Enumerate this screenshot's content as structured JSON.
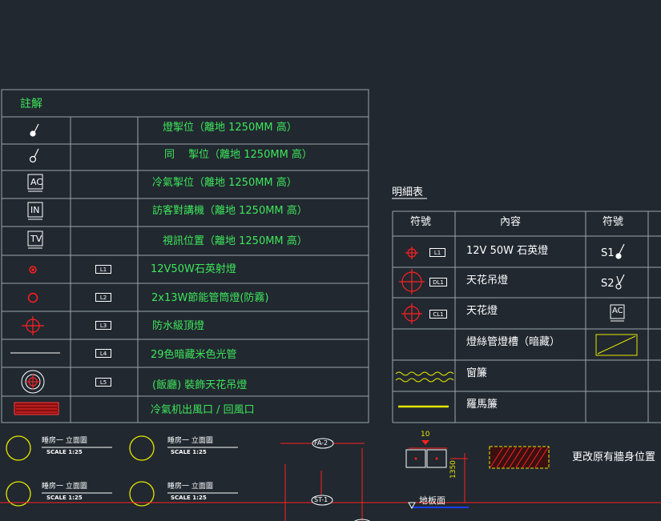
{
  "notes_table": {
    "title": "註解",
    "rows": [
      {
        "tag": "",
        "text": "燈掣位（離地 1250MM 高）"
      },
      {
        "tag": "",
        "text": "同　 掣位（離地 1250MM 高）"
      },
      {
        "icon_label": "AC",
        "tag": "",
        "text": "冷氣掣位（離地 1250MM 高）"
      },
      {
        "icon_label": "IN",
        "tag": "",
        "text": "訪客對講機（離地 1250MM 高）"
      },
      {
        "icon_label": "TV",
        "tag": "",
        "text": "視訊位置（離地 1250MM 高）"
      },
      {
        "tag": "L1",
        "text": "12V50W石英射燈"
      },
      {
        "tag": "L2",
        "text": "2x13W節能管筒燈(防霧)"
      },
      {
        "tag": "L3",
        "text": "防水級頂燈"
      },
      {
        "tag": "L4",
        "text": "29色暗藏米色光管"
      },
      {
        "tag": "L5",
        "text": "(飯廳) 裝飾天花吊燈"
      },
      {
        "tag": "",
        "text": "冷氣机出風口 / 回風口"
      }
    ]
  },
  "detail_table": {
    "title": "明細表",
    "headers": [
      "符號",
      "內容",
      "符號"
    ],
    "rows": [
      {
        "tag": "L1",
        "text": "12V 50W 石英燈",
        "sym": "S1"
      },
      {
        "tag": "DL1",
        "text": "天花吊燈",
        "sym": "S2"
      },
      {
        "tag": "CL1",
        "text": "天花燈",
        "sym_icon": "AC"
      },
      {
        "tag": "",
        "text": "燈絲管燈槽（暗藏）"
      },
      {
        "tag": "",
        "text": "窗簾"
      },
      {
        "tag": "",
        "text": "羅馬簾"
      }
    ]
  },
  "elevations": [
    {
      "title": "睡房一 立面圖",
      "scale": "SCALE 1:25"
    },
    {
      "title": "睡房一 立面圖",
      "scale": "SCALE 1:25"
    },
    {
      "title": "睡房一 立面圖",
      "scale": "SCALE 1:25"
    },
    {
      "title": "睡房一 立面圖",
      "scale": "SCALE 1:25"
    }
  ],
  "markers": {
    "a": "FA-2",
    "b": "ST-1"
  },
  "dimensions": {
    "width": "10",
    "height": "1350"
  },
  "floor_label": "地板面",
  "note_text": "更改原有牆身位置",
  "colors": {
    "background": "#212830",
    "green_text": "#3ee65a",
    "red": "#ff2020",
    "yellow": "#e6e600",
    "table_line": "#9aa3ad"
  }
}
